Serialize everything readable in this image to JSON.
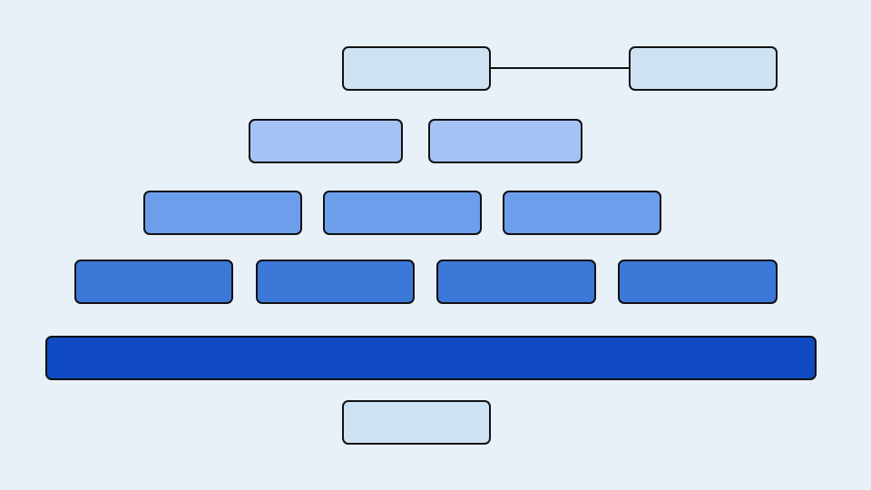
{
  "diagram": {
    "type": "layered-block-diagram",
    "colors": {
      "background": "#e8f0f8",
      "top_level": "#cfe2f3",
      "level_1": "#a4c2f4",
      "level_2": "#6d9eeb",
      "level_3": "#3c78d8",
      "base": "#0f4ac2",
      "border": "#111111"
    },
    "rows": [
      {
        "level": 0,
        "count": 2,
        "connected": true
      },
      {
        "level": 1,
        "count": 2
      },
      {
        "level": 2,
        "count": 3
      },
      {
        "level": 3,
        "count": 4
      },
      {
        "level": 4,
        "count": 1
      },
      {
        "level": 5,
        "count": 1
      }
    ]
  }
}
